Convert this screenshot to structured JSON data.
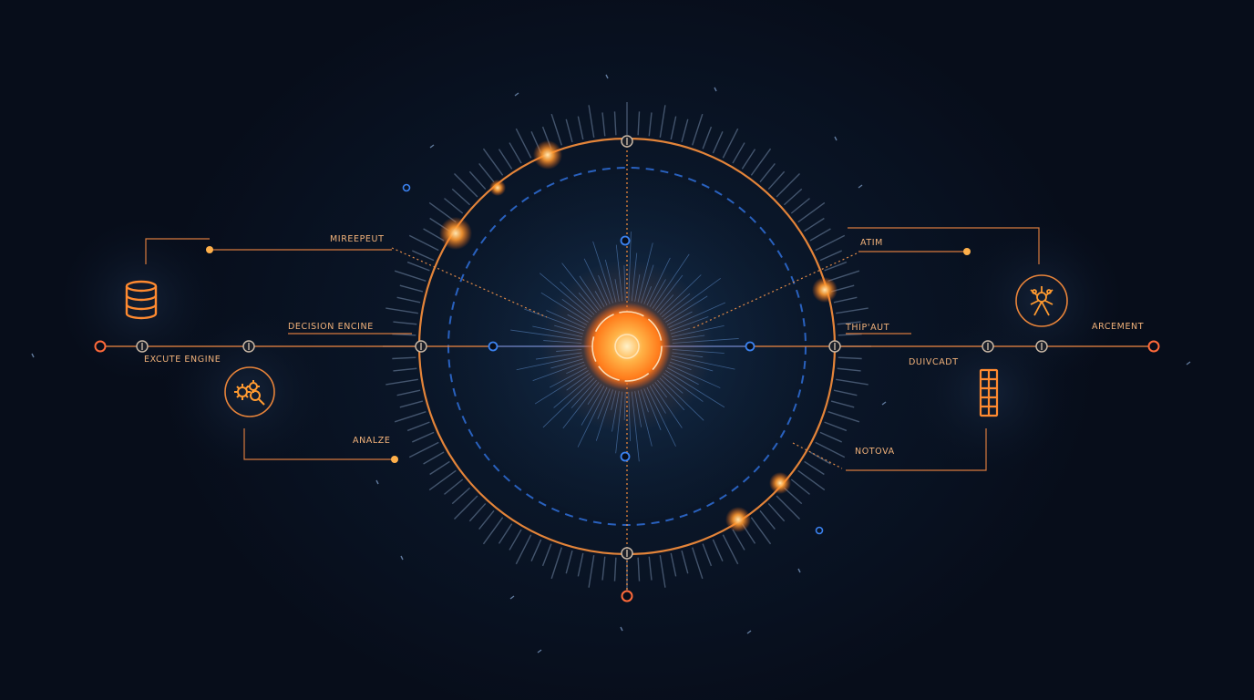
{
  "colors": {
    "background": "#070d1a",
    "accent_orange": "#f08a3a",
    "core_glow": "#ff9a3c",
    "accent_blue": "#2f6fd8",
    "label_text": "#f2b27a"
  },
  "labels": {
    "mireepeut": "MIREEPEUT",
    "decision_engine": "DECISION ENCINE",
    "excute_engine": "EXCUTE ENGINE",
    "analze": "ANALZE",
    "atim": "ATIM",
    "thip_aut": "THIP'AUT",
    "arcement": "ARCEMENT",
    "duivcadt": "DUIVCADT",
    "notova": "NOTOVA"
  },
  "icons": {
    "left_top": "database-icon",
    "left_bottom": "gears-magnifier-icon",
    "right_top": "network-node-icon",
    "right_bottom": "battery-stack-icon",
    "core": "energy-core-icon"
  }
}
